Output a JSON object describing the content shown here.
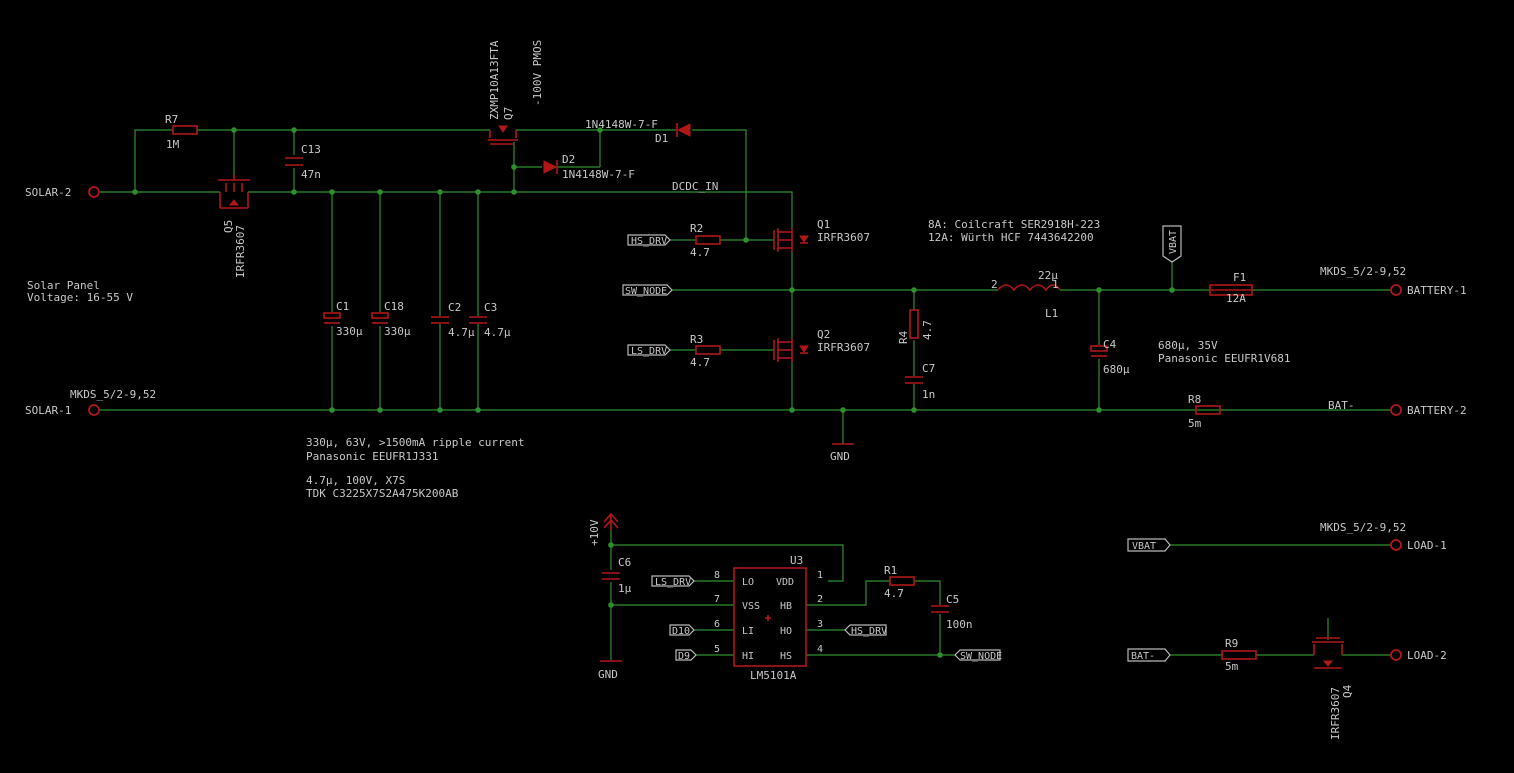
{
  "connectors": {
    "solar2": "SOLAR-2",
    "solar1": "SOLAR-1",
    "battery1": "BATTERY-1",
    "battery2": "BATTERY-2",
    "load1": "LOAD-1",
    "load2": "LOAD-2",
    "mkds_solar": "MKDS_5/2-9,52",
    "mkds_bat": "MKDS_5/2-9,52",
    "mkds_load": "MKDS_5/2-9,52"
  },
  "notes": {
    "solar_panel": "Solar Panel",
    "solar_voltage": "Voltage: 16-55 V",
    "cap_note1": "330µ, 63V, >1500mA ripple current",
    "cap_note2": "Panasonic EEUFR1J331",
    "cap_note3": "4.7µ, 100V, X7S",
    "cap_note4": "TDK C3225X7S2A475K200AB",
    "ind_note1": "8A: Coilcraft SER2918H-223",
    "ind_note2": "12A: Würth HCF 7443642200",
    "c4_note1": "680µ, 35V",
    "c4_note2": "Panasonic EEUFR1V681",
    "q7_note": "-100V PMOS"
  },
  "nets": {
    "dcdc_in": "DCDC_IN",
    "hs_drv": "HS_DRV",
    "sw_node": "SW_NODE",
    "ls_drv": "LS_DRV",
    "vbat": "VBAT",
    "bat_minus": "BAT-",
    "gnd": "GND",
    "gnd2": "GND",
    "plus10v": "+10V",
    "d10": "D10",
    "d9": "D9"
  },
  "components": {
    "r7": {
      "name": "R7",
      "value": "1M"
    },
    "q5": {
      "name": "Q5",
      "value": "IRFR3607"
    },
    "c13": {
      "name": "C13",
      "value": "47n"
    },
    "q7": {
      "name": "Q7",
      "value": "ZXMP10A13FTA"
    },
    "d1": {
      "name": "D1",
      "value": "1N4148W-7-F"
    },
    "d2": {
      "name": "D2",
      "value": "1N4148W-7-F"
    },
    "c1": {
      "name": "C1",
      "value": "330µ"
    },
    "c18": {
      "name": "C18",
      "value": "330µ"
    },
    "c2": {
      "name": "C2",
      "value": "4.7µ"
    },
    "c3": {
      "name": "C3",
      "value": "4.7µ"
    },
    "r2": {
      "name": "R2",
      "value": "4.7"
    },
    "q1": {
      "name": "Q1",
      "value": "IRFR3607"
    },
    "r3": {
      "name": "R3",
      "value": "4.7"
    },
    "q2": {
      "name": "Q2",
      "value": "IRFR3607"
    },
    "r4": {
      "name": "R4",
      "value": "4.7"
    },
    "c7": {
      "name": "C7",
      "value": "1n"
    },
    "l1": {
      "name": "L1",
      "value": "22µ"
    },
    "c4": {
      "name": "C4",
      "value": "680µ"
    },
    "f1": {
      "name": "F1",
      "value": "12A"
    },
    "r8": {
      "name": "R8",
      "value": "5m"
    },
    "c6": {
      "name": "C6",
      "value": "1µ"
    },
    "u3": {
      "name": "U3",
      "value": "LM5101A"
    },
    "r1": {
      "name": "R1",
      "value": "4.7"
    },
    "c5": {
      "name": "C5",
      "value": "100n"
    },
    "r9": {
      "name": "R9",
      "value": "5m"
    },
    "q4": {
      "name": "Q4",
      "value": "IRFR3607"
    }
  },
  "u3_pins": {
    "lo": "LO",
    "vdd": "VDD",
    "vss": "VSS",
    "hb": "HB",
    "li": "LI",
    "ho": "HO",
    "hi": "HI",
    "hs": "HS",
    "n8": "8",
    "n7": "7",
    "n6": "6",
    "n5": "5",
    "n1": "1",
    "n2": "2",
    "n3": "3",
    "n4": "4"
  },
  "l1_pins": {
    "p2": "2",
    "p1": "1"
  },
  "colors": {
    "background": "#000000",
    "wire": "#2f8f2f",
    "part": "#b01818",
    "text": "#c8c8c8",
    "net_label_frame": "#b8b8b8"
  }
}
